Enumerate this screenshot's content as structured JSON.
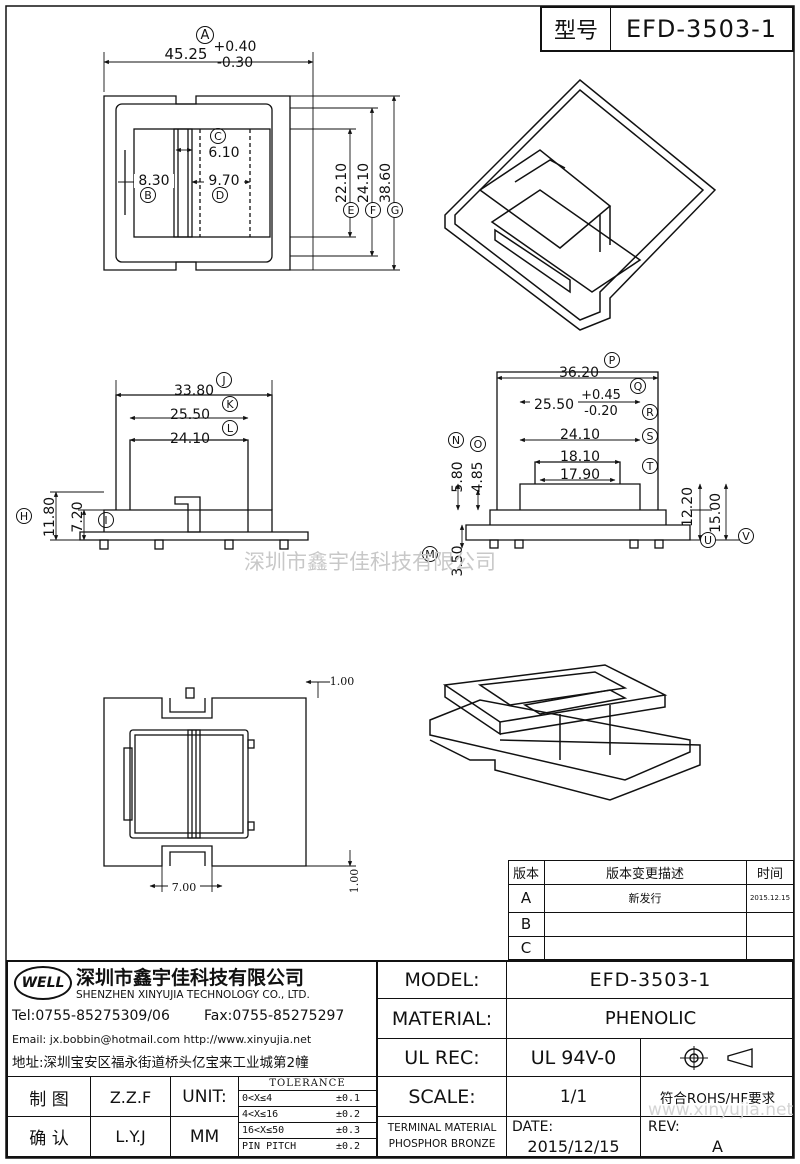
{
  "header": {
    "model_label": "型号",
    "model_value": "EFD-3503-1"
  },
  "views": {
    "top": {
      "dim_A": "45.25",
      "dim_A_tol_plus": "+0.40",
      "dim_A_tol_minus": "-0.30",
      "dim_C": "6.10",
      "dim_B": "8.30",
      "dim_D": "9.70",
      "dim_E": "22.10",
      "dim_F": "24.10",
      "dim_G": "38.60",
      "labels": {
        "A": "A",
        "B": "B",
        "C": "C",
        "D": "D",
        "E": "E",
        "F": "F",
        "G": "G"
      }
    },
    "front_left": {
      "dim_J": "33.80",
      "dim_K": "25.50",
      "dim_L": "24.10",
      "dim_H": "11.80",
      "dim_I": "7.20",
      "labels": {
        "H": "H",
        "I": "I",
        "J": "J",
        "K": "K",
        "L": "L"
      }
    },
    "front_right": {
      "dim_P": "36.20",
      "dim_Q": "25.50",
      "dim_Q_tol_plus": "+0.45",
      "dim_Q_tol_minus": "-0.20",
      "dim_S": "24.10",
      "dim_T1": "18.10",
      "dim_T2": "17.90",
      "dim_N": "5.80",
      "dim_O": "4.85",
      "dim_M": "3.50",
      "dim_U": "12.20",
      "dim_V": "15.00",
      "labels": {
        "M": "M",
        "N": "N",
        "O": "O",
        "P": "P",
        "Q": "Q",
        "R": "R",
        "S": "S",
        "T": "T",
        "U": "U",
        "V": "V"
      }
    },
    "bottom": {
      "dim_top": "1.00",
      "dim_width": "7.00",
      "dim_right": "1.00"
    }
  },
  "watermark": {
    "center": "深圳市鑫宇佳科技有限公司",
    "corner": "www.xinyujia.net"
  },
  "revision_table": {
    "headers": [
      "版本",
      "版本变更描述",
      "时间"
    ],
    "rows": [
      {
        "rev": "A",
        "desc": "新发行",
        "date": "2015.12.15"
      },
      {
        "rev": "B",
        "desc": "",
        "date": ""
      },
      {
        "rev": "C",
        "desc": "",
        "date": ""
      }
    ]
  },
  "company": {
    "logo_text": "WELL",
    "name_cn": "深圳市鑫宇佳科技有限公司",
    "name_en": "SHENZHEN XINYUJIA TECHNOLOGY CO., LTD.",
    "tel": "Tel:0755-85275309/06",
    "fax": "Fax:0755-85275297",
    "email": "Email: jx.bobbin@hotmail.com http://www.xinyujia.net",
    "address": "地址:深圳宝安区福永街道桥头亿宝来工业城第2幢"
  },
  "title_block": {
    "model_label": "MODEL:",
    "model_value": "EFD-3503-1",
    "material_label": "MATERIAL:",
    "material_value": "PHENOLIC",
    "ulrec_label": "UL REC:",
    "ulrec_value": "UL 94V-0",
    "scale_label": "SCALE:",
    "scale_value": "1/1",
    "rohs": "符合ROHS/HF要求",
    "terminal_label_1": "TERMINAL MATERIAL",
    "terminal_label_2": "PHOSPHOR BRONZE",
    "date_label": "DATE:",
    "date_value": "2015/12/15",
    "rev_label": "REV:",
    "rev_value": "A"
  },
  "signoff": {
    "draw_label": "制 图",
    "draw_value": "Z.Z.F",
    "check_label": "确 认",
    "check_value": "L.Y.J",
    "unit_label": "UNIT:",
    "unit_value": "MM"
  },
  "tolerance": {
    "title": "TOLERANCE",
    "rows": [
      {
        "range": "0<X≤4",
        "value": "±0.1"
      },
      {
        "range": "4<X≤16",
        "value": "±0.2"
      },
      {
        "range": "16<X≤50",
        "value": "±0.3"
      },
      {
        "range": "PIN PITCH",
        "value": "±0.2"
      }
    ]
  }
}
